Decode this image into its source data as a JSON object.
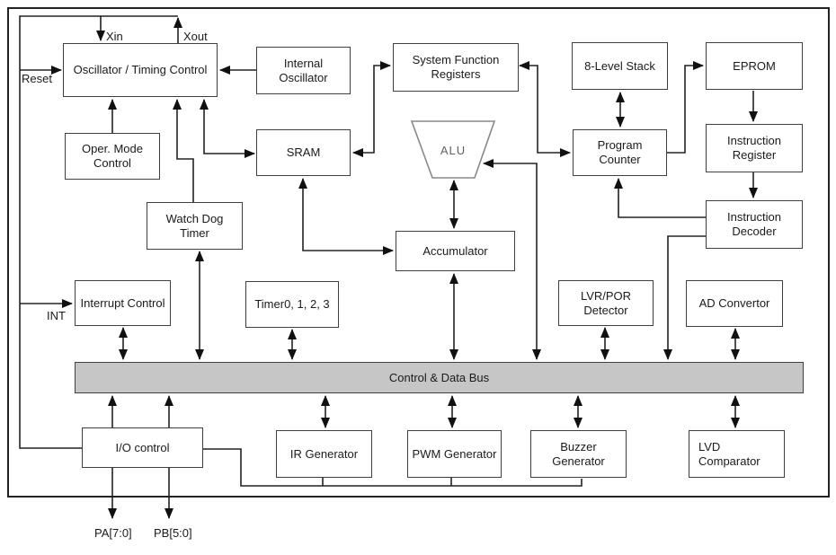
{
  "pins": {
    "xin": "Xin",
    "xout": "Xout",
    "reset": "Reset",
    "int": "INT",
    "pa": "PA[7:0]",
    "pb": "PB[5:0]"
  },
  "bus": {
    "label": "Control & Data Bus",
    "fill_color": "#c6c6c6"
  },
  "alu": {
    "label": "ALU"
  },
  "blocks": {
    "osc_timing": "Oscillator / Timing Control",
    "internal_osc": "Internal Oscillator",
    "sys_func_reg": "System Function Registers",
    "stack": "8-Level Stack",
    "eprom": "EPROM",
    "oper_mode": "Oper. Mode Control",
    "sram": "SRAM",
    "program_counter": "Program Counter",
    "instr_reg": "Instruction Register",
    "watchdog": "Watch Dog Timer",
    "instr_dec": "Instruction Decoder",
    "accumulator": "Accumulator",
    "interrupt": "Interrupt Control",
    "timers": "Timer0, 1, 2, 3",
    "lvr_por": "LVR/POR Detector",
    "ad_conv": "AD Convertor",
    "io_control": "I/O control",
    "ir_gen": "IR Generator",
    "pwm_gen": "PWM Generator",
    "buzzer_gen": "Buzzer Generator",
    "lvd_comp": "LVD Comparator"
  },
  "colors": {
    "line": "#222222",
    "box_border": "#3f3f3f",
    "alu_stroke": "#888888"
  }
}
